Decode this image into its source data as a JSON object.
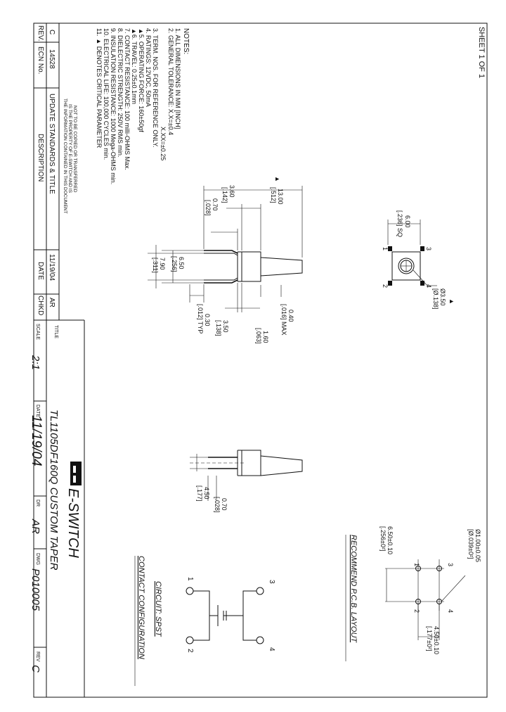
{
  "sheet": "SHEET 1 OF 1",
  "notes": {
    "heading": "NOTES:",
    "items": [
      "1.  ALL DIMENSIONS IN MM [INCH]",
      "2.  GENERAL TOLERANCE: X.X=±0.4",
      "X.XX=±0.25",
      "3.  TERM. NOS. FOR REFERENCE ONLY.",
      "4.  RATINGS: 12VDC, 50mA",
      "▲5. OPERATING FORCE: 160±50gf",
      "▲6. TRAVEL: 0.25±0.1mm",
      "7.  CONTACT RESISTANCE: 100 milli-OHMS Max.",
      "8.  DIELECTRIC STRENGTH: 250V RMS min.",
      "9.  INSULATION RESISTANCE: 1000 Mega-OHMS min.",
      "10. ELECTRICAL LIFE: 100,000 CYCLES min.",
      "11. ▲ DENOTES CRITICAL PARAMETER"
    ]
  },
  "revision_block": {
    "headers": [
      "REV.",
      "ECN No.",
      "DESCRIPTION",
      "DATE",
      "CHKD"
    ],
    "row": [
      "C",
      "14528",
      "UPDATE STANDARDS & TITLE",
      "11/19/04",
      "AR"
    ],
    "confidential": [
      "THE INFORMATION CONTAINED IN THIS DOCUMENT",
      "IS THE PROPERTY OF E-SWITCH AND IS",
      "NOT TO BE COPIED OR TRANSFERRED"
    ]
  },
  "title_block": {
    "title_label": "TITLE",
    "title": "TL1105DF160Q CUSTOM TAPER",
    "logo": "E-SWITCH",
    "scale_label": "SCALE",
    "scale": "2:1",
    "date_label": "DATE",
    "date": "11/19/04",
    "dr_label": "DR",
    "dr": "AR",
    "dwg_label": "DWG",
    "dwg": "P010005",
    "rev_label": "REV",
    "rev": "C"
  },
  "dimensions": {
    "top_view": {
      "d1": "▲",
      "d2": "Ø3.50",
      "d3": "[Ø.138]",
      "d4": "6.00",
      "d5": "[.236] SQ",
      "pins": [
        "1",
        "2",
        "3",
        "4"
      ]
    },
    "side_view": {
      "d1": "13.00",
      "d2": "[.512]",
      "d3": "3.60",
      "d4": "[.142]",
      "d5": "0.70",
      "d6": "[.028]",
      "d7": "6.50",
      "d8": "[.256]",
      "d9": "7.90",
      "d10": "[.311]",
      "d11": "0.40",
      "d12": "[.016] MAX",
      "d13": "1.60",
      "d14": "[.063]",
      "d15": "3.50",
      "d16": "[.138]",
      "d17": "0.30",
      "d18": "[.012] TYP"
    },
    "end_view": {
      "d1": "0.70",
      "d2": "[.028]",
      "d3": "4.50",
      "d4": "[.177]"
    },
    "pcb": {
      "title": "RECOMMEND P.C.B. LAYOUT",
      "d1": "Ø1.00±0.05",
      "d2": "[Ø.039±0²]",
      "d3": "6.50±0.10",
      "d4": "[.256±0²]",
      "d5": "4.50±0.10",
      "d6": "[.177±0²]",
      "pins": [
        "3",
        "4",
        "1",
        "2"
      ]
    },
    "circuit": {
      "title1": "CIRCUIT: SPST",
      "title2": "CONTACT CONFIGURATION",
      "pins": [
        "1",
        "2",
        "3",
        "4"
      ]
    }
  }
}
